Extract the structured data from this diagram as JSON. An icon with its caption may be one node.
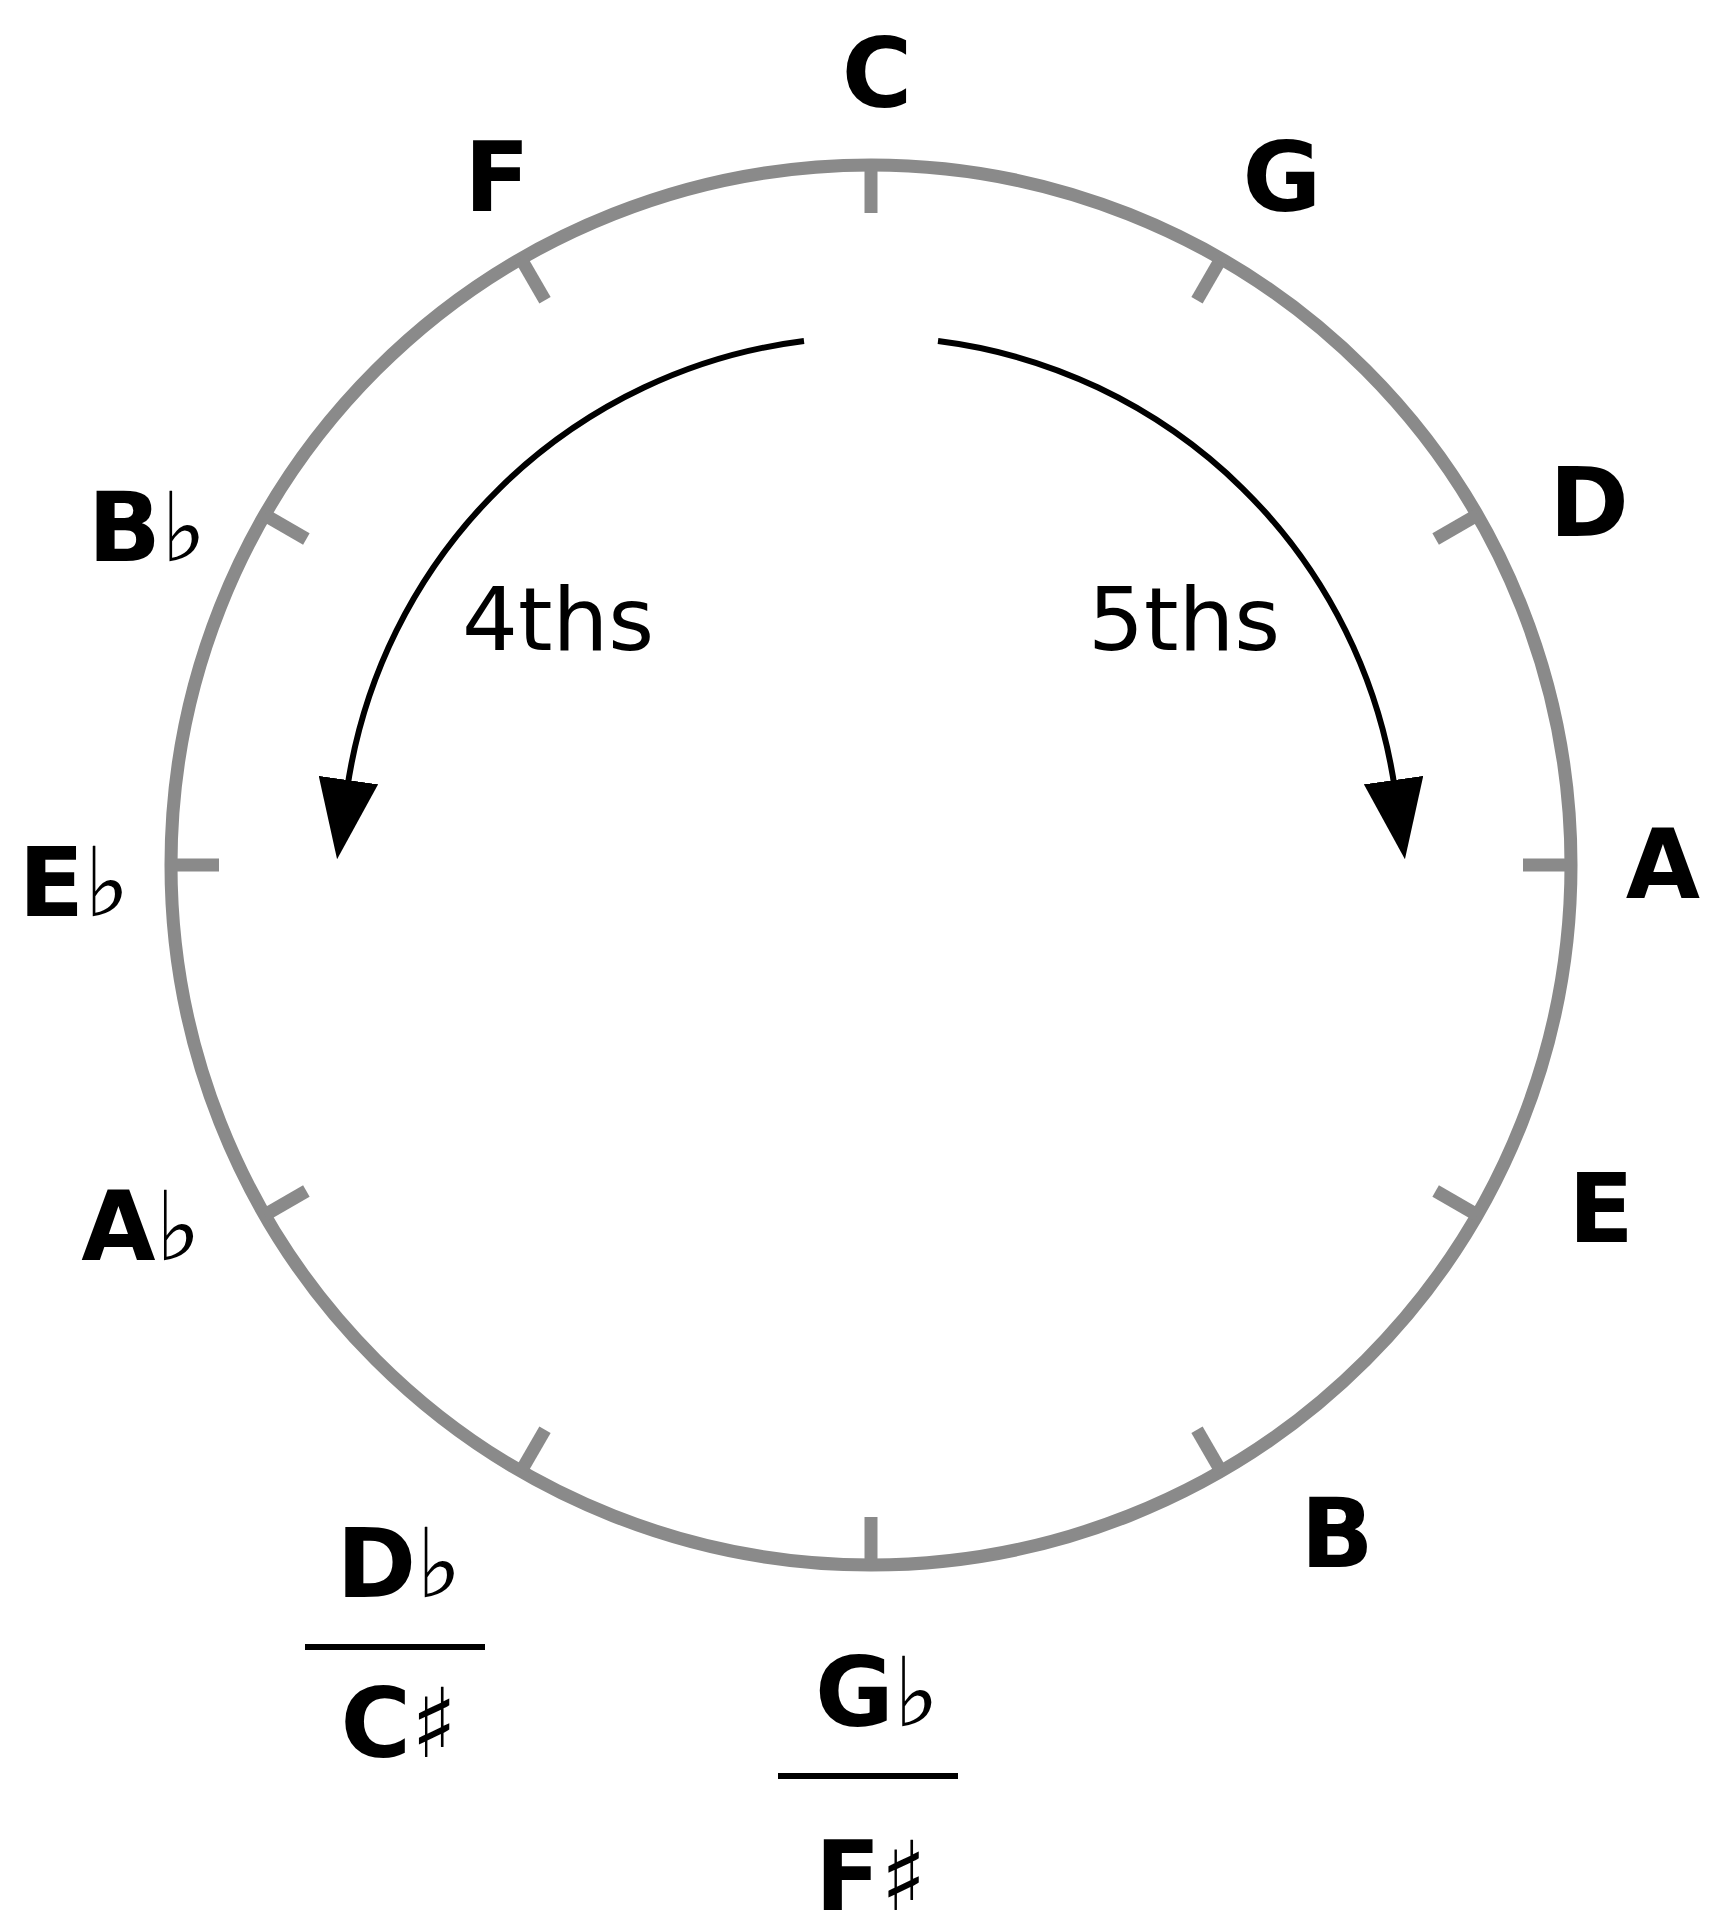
{
  "diagram": {
    "labels": [
      "C",
      "F",
      "G",
      "B♭",
      "D",
      "4ths",
      "5ths",
      "E♭",
      "A",
      "A♭",
      "E",
      "B",
      "D♭",
      "C♯",
      "G♭",
      "F♯"
    ]
  }
}
